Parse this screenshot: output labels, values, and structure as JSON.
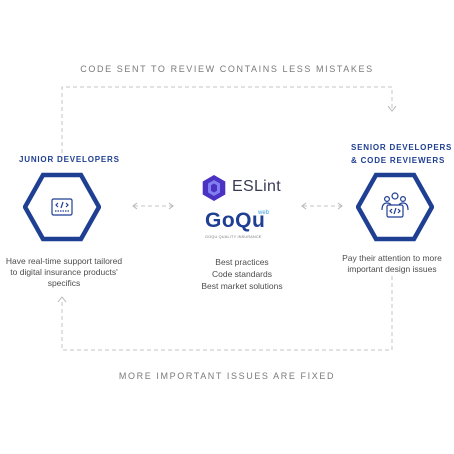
{
  "top_caption": "CODE SENT TO REVIEW CONTAINS LESS MISTAKES",
  "bottom_caption": "MORE IMPORTANT ISSUES ARE FIXED",
  "junior": {
    "title": "JUNIOR DEVELOPERS",
    "icon": "code-keyboard-icon",
    "description": [
      "Have real-time support tailored",
      "to digital insurance products'",
      "specifics"
    ]
  },
  "senior": {
    "title_lines": [
      "SENIOR DEVELOPERS",
      "& CODE REVIEWERS"
    ],
    "icon": "team-code-icon",
    "description": [
      "Pay their attention to more",
      "important design issues"
    ]
  },
  "tools": {
    "eslint": "ESLint",
    "goqu": "GoQu",
    "goqu_tag": "web",
    "goqu_subtitle": "GOQU QUALITY INSURANCE",
    "benefits": [
      "Best practices",
      "Code standards",
      "Best market solutions"
    ]
  },
  "colors": {
    "navy": "#1f3f93",
    "eslint_purple": "#4b32c3",
    "dash": "#c6c6c6",
    "text": "#4d4d4d"
  }
}
